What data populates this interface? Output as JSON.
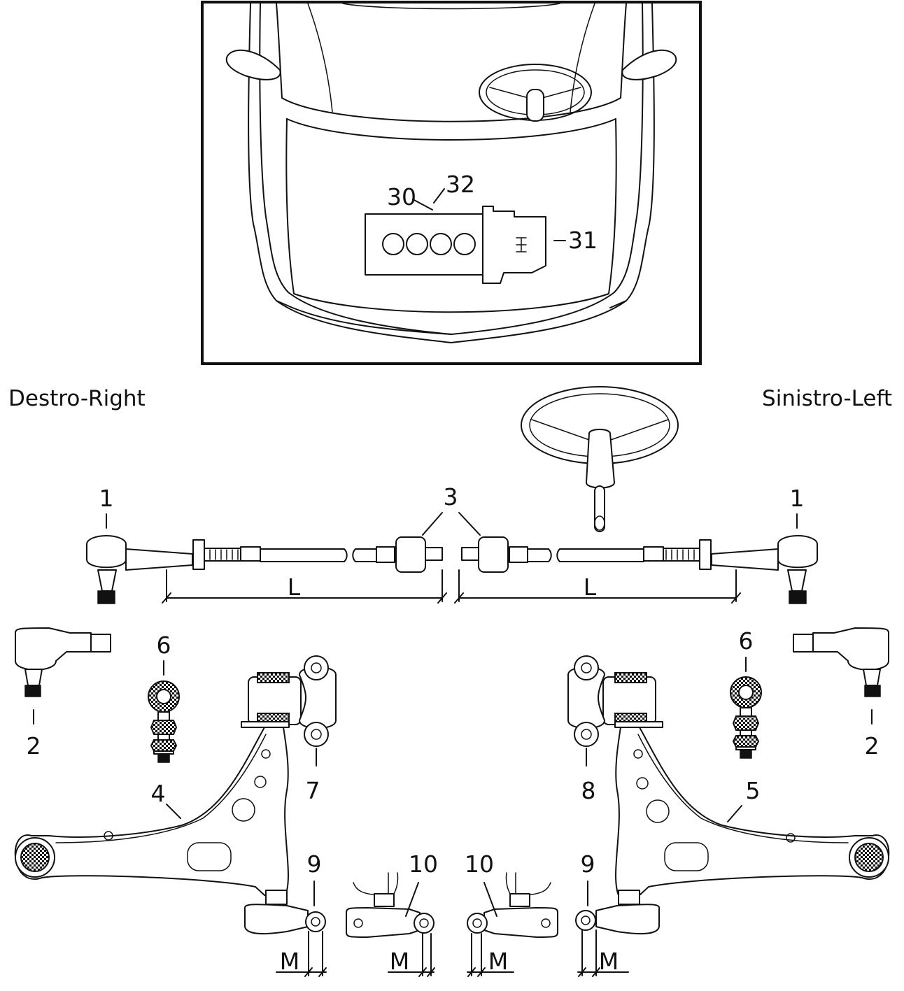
{
  "side_labels": {
    "right": "Destro-Right",
    "left": "Sinistro-Left"
  },
  "inset_labels": {
    "c30": "30",
    "c31": "31",
    "c32": "32"
  },
  "part_labels": {
    "p1": "1",
    "p2": "2",
    "p3": "3",
    "p4": "4",
    "p5": "5",
    "p6": "6",
    "p7": "7",
    "p8": "8",
    "p9": "9",
    "p10": "10"
  },
  "dimension_labels": {
    "length": "L",
    "offset": "M"
  }
}
